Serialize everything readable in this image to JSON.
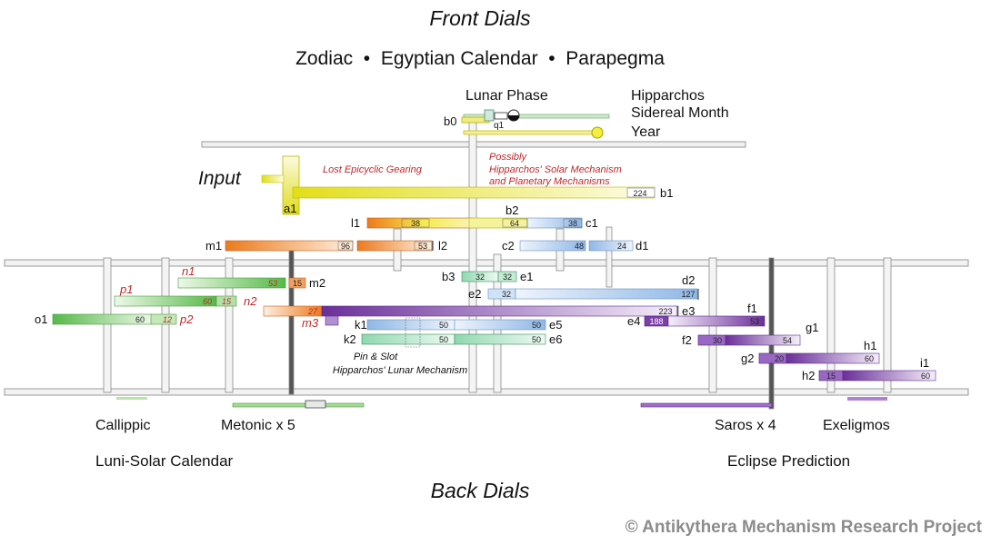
{
  "headings": {
    "front_title": "Front Dials",
    "front_subtitle": "Zodiac  •  Egyptian Calendar  •  Parapegma",
    "input": "Input",
    "back_title": "Back Dials",
    "left_group": "Luni-Solar Calendar",
    "right_group": "Eclipse Prediction",
    "copyright": "© Antikythera Mechanism Research Project"
  },
  "top_labels": {
    "lunar_phase": "Lunar Phase",
    "hipparchos": "Hipparchos",
    "sidereal": "Sidereal Month",
    "year": "Year",
    "b0": "b0",
    "q1": "q1"
  },
  "notes": {
    "lost": "Lost Epicyclic Gearing",
    "possibly": "Possibly",
    "hip_solar": "Hipparchos' Solar Mechanism",
    "planetary": "and Planetary Mechanisms",
    "pin_slot": "Pin & Slot",
    "hip_lunar": "Hipparchos' Lunar Mechanism"
  },
  "dial_labels": {
    "callippic": "Callippic",
    "metonic": "Metonic x 5",
    "saros": "Saros x 4",
    "exeligmos": "Exeligmos"
  },
  "gear_labels": {
    "a1": "a1",
    "b1": "b1",
    "b2": "b2",
    "l1": "l1",
    "c1": "c1",
    "m1": "m1",
    "l2": "l2",
    "c2": "c2",
    "d1": "d1",
    "n1": "n1",
    "m2": "m2",
    "p1": "p1",
    "n2": "n2",
    "o1": "o1",
    "p2": "p2",
    "m3": "m3",
    "b3": "b3",
    "e1": "e1",
    "e2": "e2",
    "d2": "d2",
    "e3": "e3",
    "e4": "e4",
    "f1": "f1",
    "k1": "k1",
    "e5": "e5",
    "k2": "k2",
    "e6": "e6",
    "f2": "f2",
    "g1": "g1",
    "g2": "g2",
    "h1": "h1",
    "h2": "h2",
    "i1": "i1"
  },
  "teeth": {
    "b1": "224",
    "l1": "38",
    "b2": "64",
    "c1": "38",
    "m1": "96",
    "l2": "53",
    "c2": "48",
    "d1": "24",
    "n1": "53",
    "m2": "15",
    "p1": "60",
    "n2": "15",
    "o1": "60",
    "p2": "12",
    "m3": "27",
    "b3": "32",
    "e1": "32",
    "e2": "32",
    "d2": "127",
    "e3": "223",
    "e4": "188",
    "f1": "53",
    "k1": "50",
    "e5": "50",
    "k2": "50",
    "e6": "50",
    "f2": "30",
    "g1": "54",
    "g2": "20",
    "h1": "60",
    "h2": "15",
    "i1": "60"
  },
  "colors": {
    "yellow": "#ddd820",
    "orange": "#ec7a1c",
    "green": "#56b948",
    "blue": "#9ec3ea",
    "mint": "#9edcbc",
    "purple": "#7d3fa6",
    "note_red": "#c0282a",
    "copyright_gray": "#8c8c8c"
  }
}
